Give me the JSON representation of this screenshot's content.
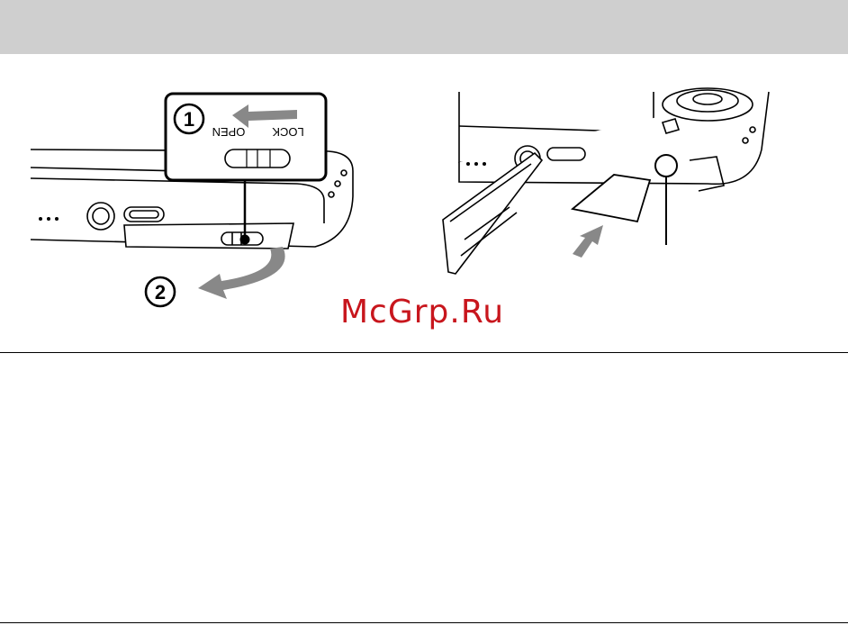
{
  "header": {
    "band_color": "#cfcfcf"
  },
  "figure_left": {
    "step1_number": "1",
    "step2_number": "2",
    "switch_label_lock": "LOCK",
    "switch_label_open": "OPEN"
  },
  "watermark": {
    "text": "McGrp.Ru",
    "color": "#c8161d"
  }
}
